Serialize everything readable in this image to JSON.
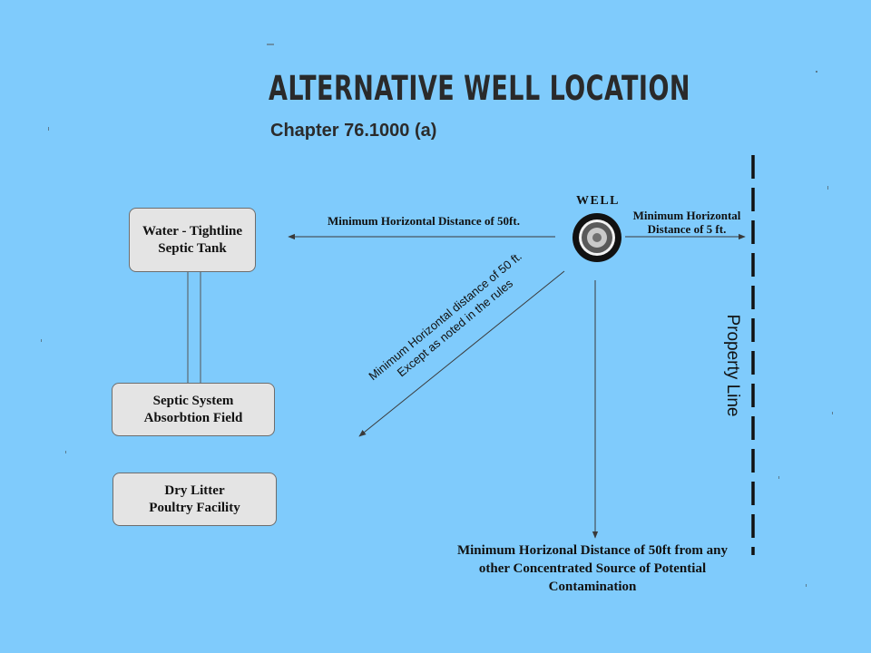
{
  "title": "ALTERNATIVE WELL LOCATION",
  "subtitle": "Chapter 76.1000 (a)",
  "well_label": "WELL",
  "boxes": {
    "septic_tank": "Water - Tightline\nSeptic Tank",
    "absorption_field": "Septic System\nAbsorbtion Field",
    "poultry_facility": "Dry Litter\nPoultry Facility"
  },
  "distances": {
    "septic_tank": "Minimum Horizontal Distance of 50ft.",
    "property_line": "Minimum Horizontal\nDistance of 5 ft.",
    "diagonal": "Minimum Horizontal distance of 50  ft.\nExcept as noted in the rules",
    "other_sources": "Minimum Horizonal Distance of 50ft from any\nother Concentrated Source of Potential\nContamination"
  },
  "property_line_label": "Property Line",
  "colors": {
    "background": "#7fcbfc",
    "box_fill": "#e4e4e4",
    "line": "#3a3a3a"
  }
}
